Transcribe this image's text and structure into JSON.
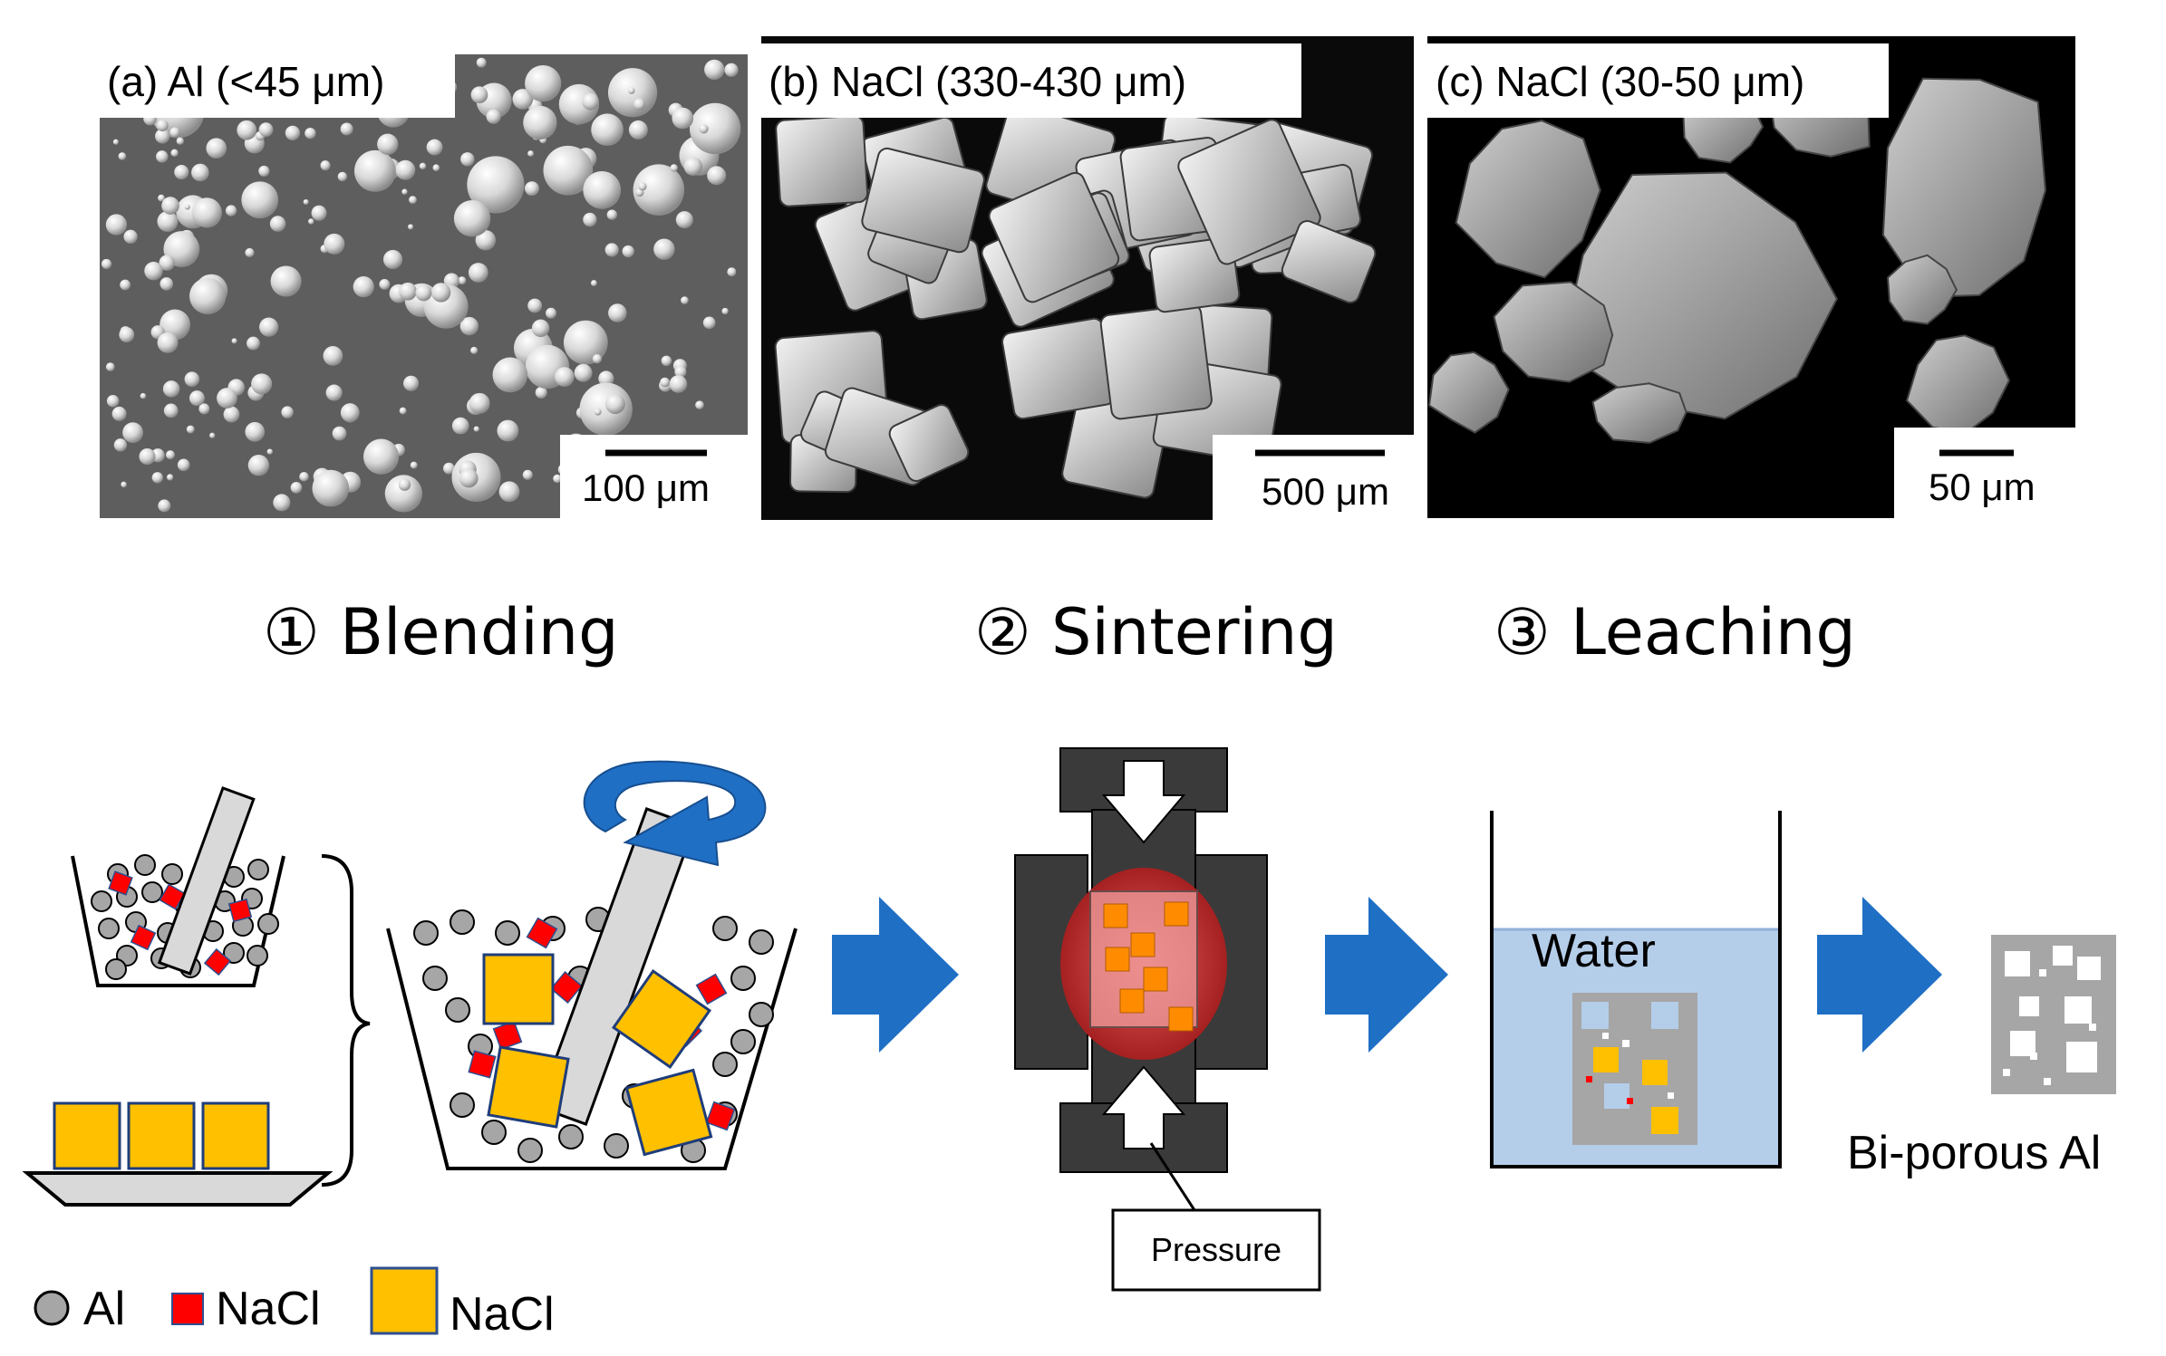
{
  "panels": [
    {
      "label": "(a) Al (<45 μm)",
      "scale": "100 μm"
    },
    {
      "label": "(b) NaCl (330-430 μm)",
      "scale": "500 μm"
    },
    {
      "label": "(c) NaCl (30-50 μm)",
      "scale": "50 μm"
    }
  ],
  "steps": [
    "① Blending",
    "② Sintering",
    "③ Leaching"
  ],
  "labels": {
    "pressure": "Pressure",
    "water": "Water",
    "product": "Bi-porous Al"
  },
  "legend": {
    "al": "Al",
    "nacl_small": "NaCl",
    "nacl_large": "NaCl"
  },
  "colors": {
    "al_particle": "#a6a6a6",
    "nacl_small": "#ff0000",
    "nacl_large": "#ffc000",
    "arrow": "#1f6fc5",
    "die": "#3a3a3a",
    "water": "#b4cde9",
    "heat": "#c0504d"
  }
}
